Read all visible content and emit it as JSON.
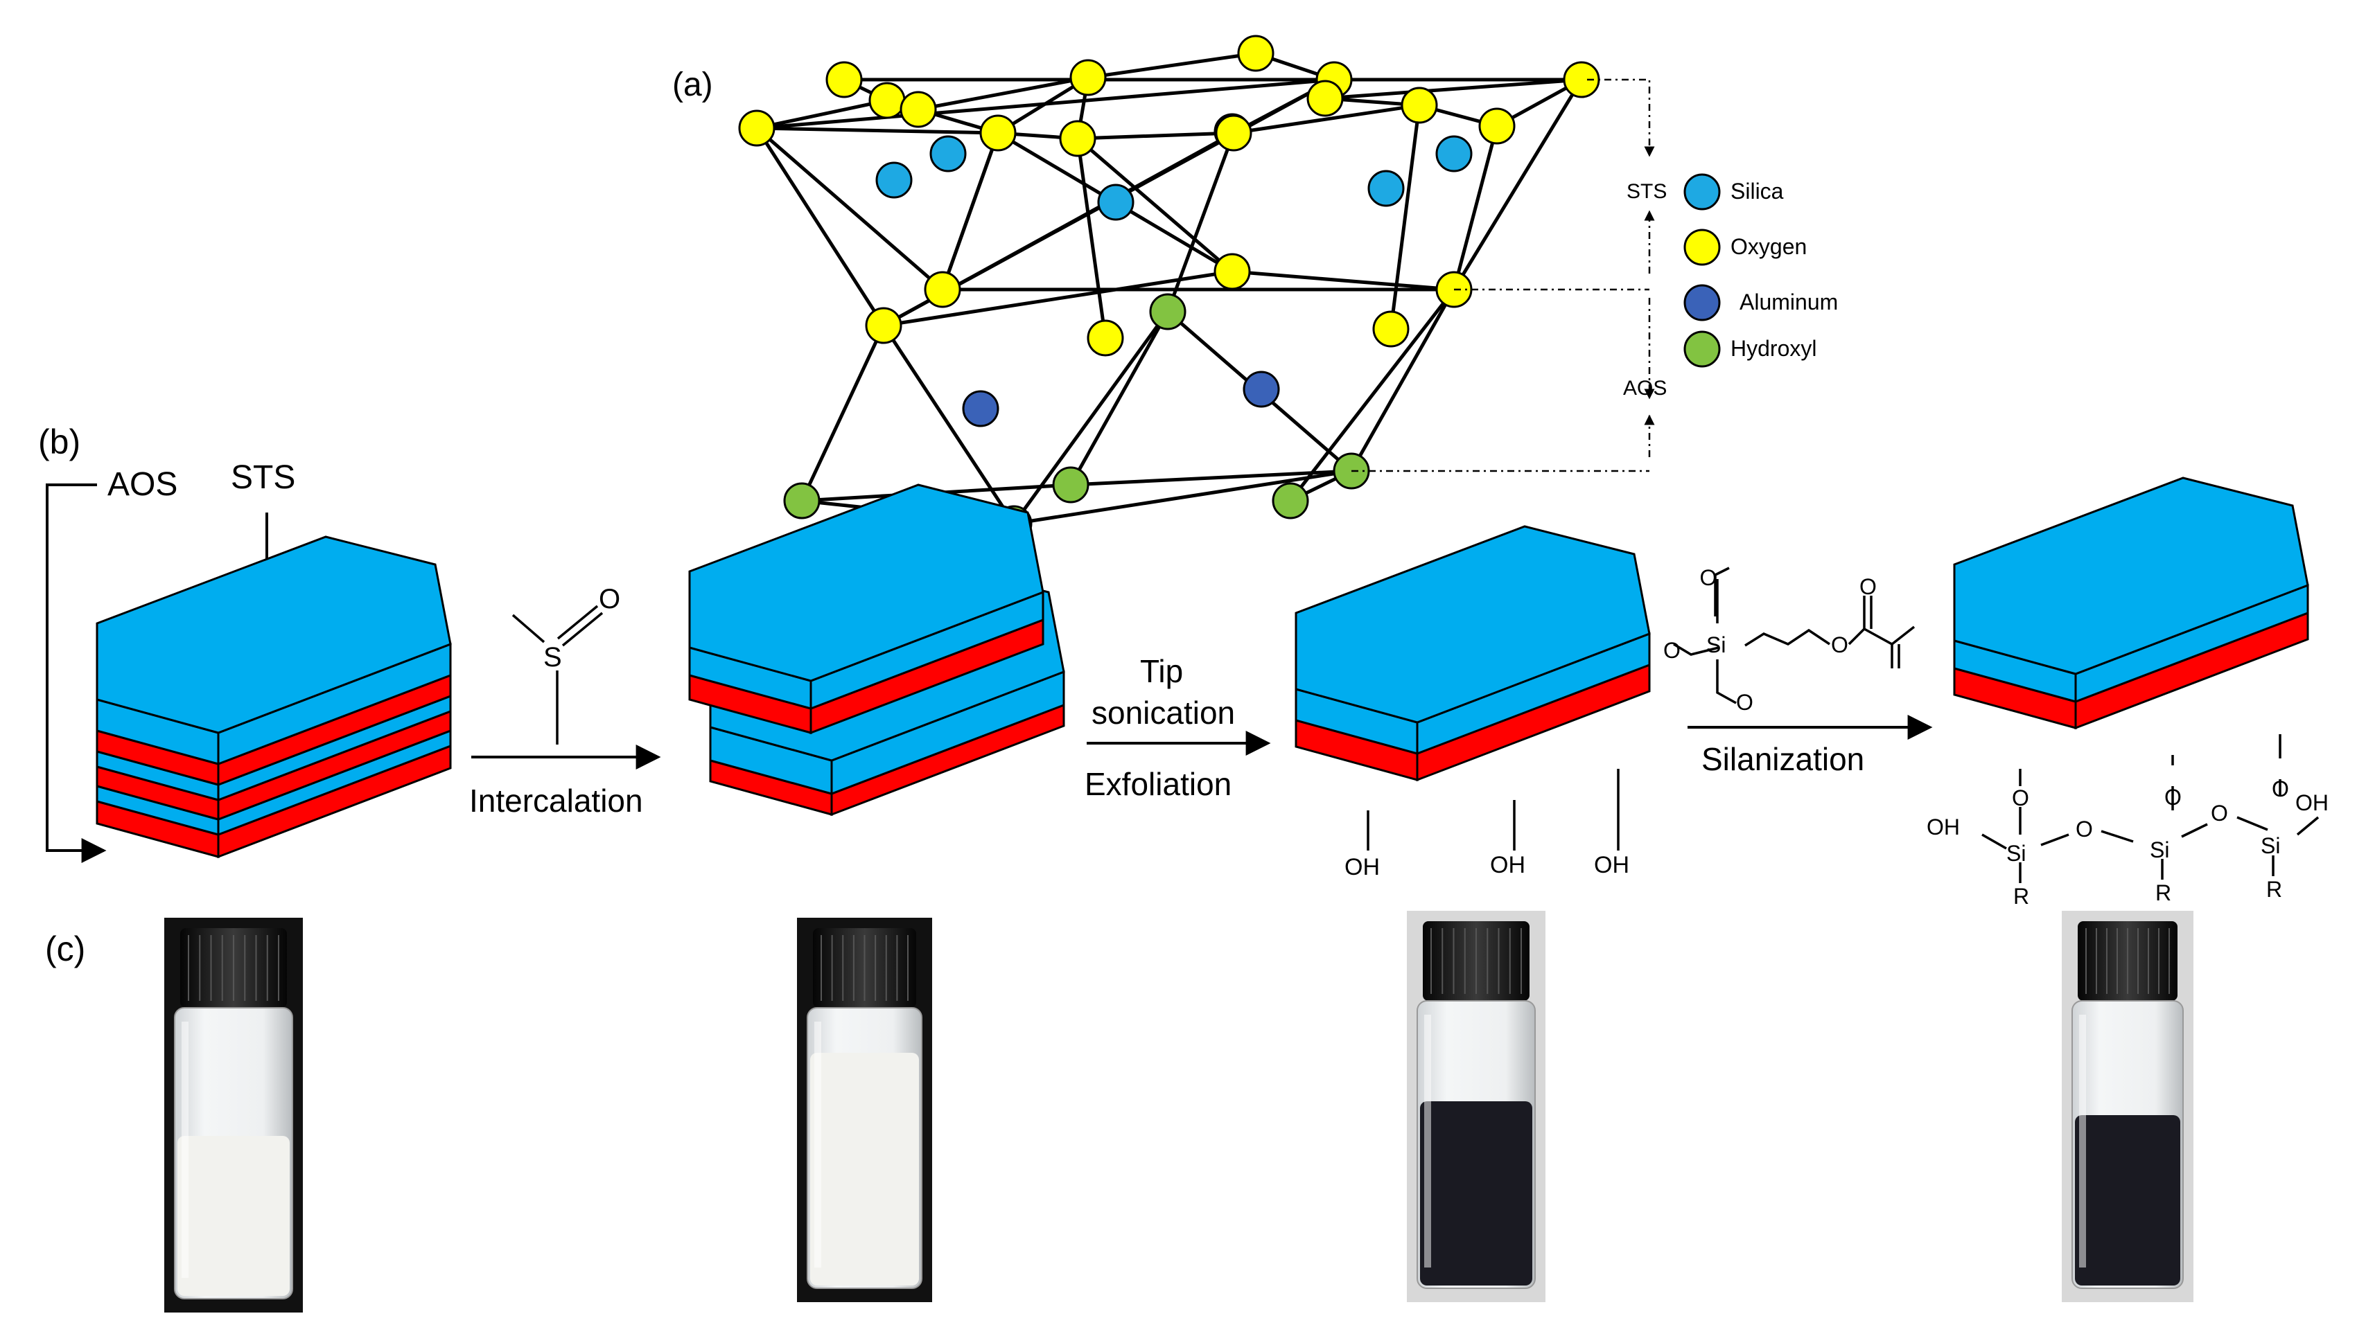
{
  "panels": {
    "a": "(a)",
    "b": "(b)",
    "c": "(c)"
  },
  "legend": [
    {
      "label": "Silica",
      "color": "#1ea9e3"
    },
    {
      "label": "Oxygen",
      "color": "#ffff00"
    },
    {
      "label": "Aluminum",
      "color": "#3a62b8"
    },
    {
      "label": "Hydroxyl",
      "color": "#82c341"
    }
  ],
  "layer_labels": {
    "sts": "STS",
    "aos": "AOS"
  },
  "stack_labels": {
    "aos": "AOS",
    "sts": "STS"
  },
  "steps": {
    "intercalation": "Intercalation",
    "tip_line1": "Tip",
    "tip_line2": "sonication",
    "exfoliation": "Exfoliation",
    "silanization": "Silanization"
  },
  "chem": {
    "S": "S",
    "O": "O",
    "OH": "OH",
    "Si": "Si",
    "R": "R"
  },
  "colors": {
    "sts_layer": "#00adef",
    "aos_layer": "#ff0000",
    "cap": "#1a1a1a",
    "milky_suspension": "#f2f2ee",
    "dark_suspension": "#1a1a22"
  }
}
